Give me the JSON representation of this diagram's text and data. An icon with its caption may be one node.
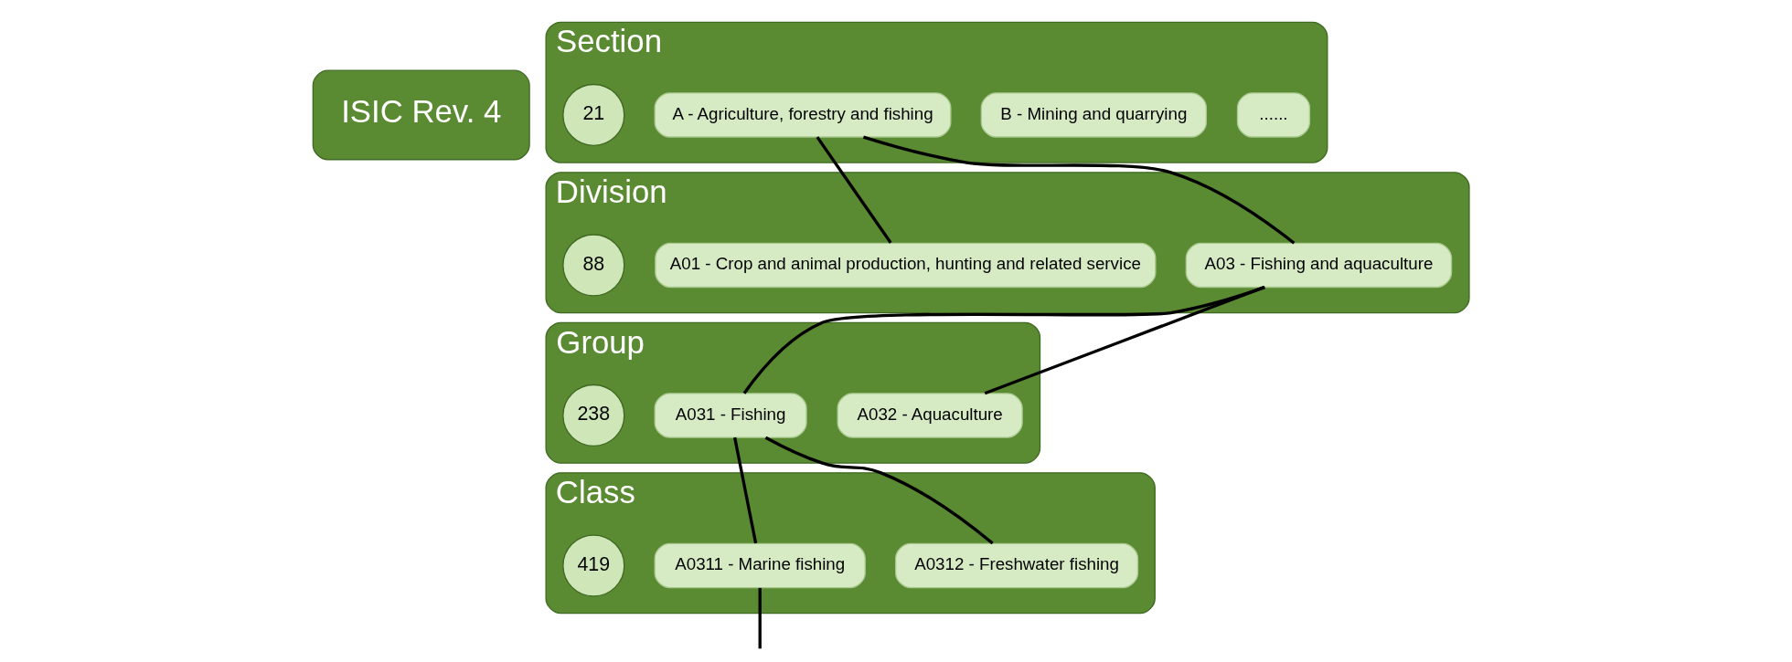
{
  "diagram": {
    "nodes": [
      {
        "text": [
          "ISIC Rev. 4"
        ]
      },
      {
        "text": [
          "Section"
        ]
      },
      {
        "text": [
          "21"
        ],
        "in": 1
      },
      {
        "text": [
          "A - Agriculture, forestry and fishing"
        ],
        "in": 1
      },
      {
        "text": [
          "B - Mining and quarrying"
        ],
        "in": 1
      },
      {
        "text": [
          "......"
        ],
        "in": 1
      },
      {
        "text": [
          "Division"
        ]
      },
      {
        "text": [
          "88"
        ],
        "in": 6
      },
      {
        "text": [
          "A01 - Crop and animal production, hunting and related service"
        ],
        "in": 6
      },
      {
        "text": [
          "A03 - Fishing and aquaculture"
        ],
        "in": 6
      },
      {
        "text": [
          "Group"
        ]
      },
      {
        "text": [
          "238"
        ],
        "in": 10
      },
      {
        "text": [
          "A031 - Fishing"
        ],
        "in": 10
      },
      {
        "text": [
          "A032 - Aquaculture"
        ],
        "in": 10
      },
      {
        "text": [
          "Class"
        ]
      },
      {
        "text": [
          "419"
        ],
        "in": 14
      },
      {
        "text": [
          "A0311 - Marine fishing"
        ],
        "in": 14
      },
      {
        "text": [
          "A0312 - Freshwater fishing"
        ],
        "in": 14
      }
    ],
    "edges": [
      {
        "from": 3,
        "to": 8,
        "arrow": "none"
      },
      {
        "from": 3,
        "to": 9,
        "arrow": "none"
      },
      {
        "from": 9,
        "to": 12,
        "arrow": "none"
      },
      {
        "from": 9,
        "to": 13,
        "arrow": "none"
      },
      {
        "from": 12,
        "to": 16,
        "arrow": "none"
      },
      {
        "from": 12,
        "to": 17,
        "arrow": "none"
      },
      {
        "from": 16,
        "to": null,
        "arrow": "none"
      }
    ]
  }
}
